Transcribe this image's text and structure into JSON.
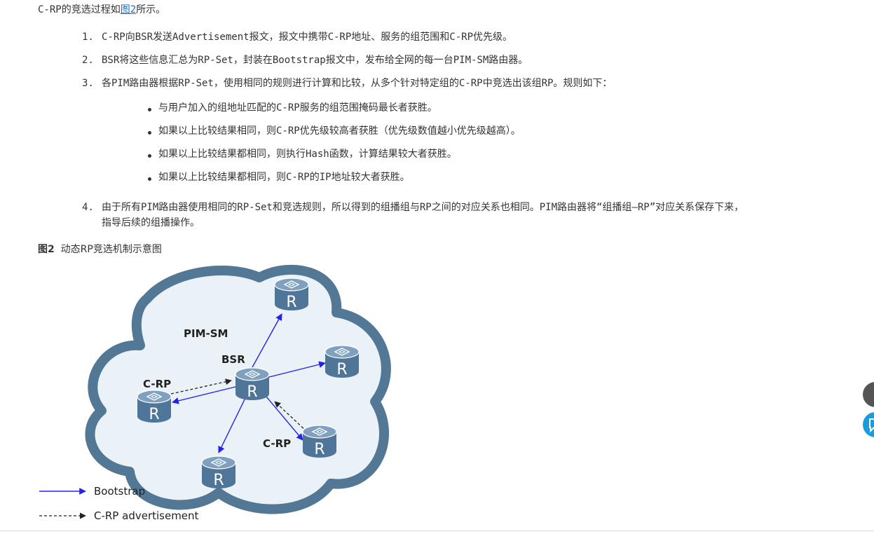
{
  "intro": {
    "before": "C-RP的竞选过程如",
    "link": "图2",
    "after": "所示。"
  },
  "steps": [
    {
      "num": "1.",
      "text": "C-RP向BSR发送Advertisement报文，报文中携带C-RP地址、服务的组范围和C-RP优先级。"
    },
    {
      "num": "2.",
      "text": "BSR将这些信息汇总为RP-Set，封装在Bootstrap报文中，发布给全网的每一台PIM-SM路由器。"
    },
    {
      "num": "3.",
      "text": "各PIM路由器根据RP-Set，使用相同的规则进行计算和比较，从多个针对特定组的C-RP中竞选出该组RP。规则如下："
    },
    {
      "num": "4.",
      "text": "由于所有PIM路由器使用相同的RP-Set和竞选规则，所以得到的组播组与RP之间的对应关系也相同。PIM路由器将“组播组—RP”对应关系保存下来，",
      "text2": "指导后续的组播操作。"
    }
  ],
  "rules": [
    "与用户加入的组地址匹配的C-RP服务的组范围掩码最长者获胜。",
    "如果以上比较结果相同，则C-RP优先级较高者获胜（优先级数值越小优先级越高）。",
    "如果以上比较结果都相同，则执行Hash函数，计算结果较大者获胜。",
    "如果以上比较结果都相同，则C-RP的IP地址较大者获胜。"
  ],
  "figure": {
    "number": "图2",
    "caption": "动态RP竞选机制示意图",
    "domain_label": "PIM-SM",
    "bsr_label": "BSR",
    "crp_label_left": "C-RP",
    "crp_label_right": "C-RP",
    "router_letter": "R",
    "legend_bootstrap": "Bootstrap",
    "legend_crp": "C-RP advertisement",
    "colors": {
      "cloud_border": "#527896",
      "cloud_fill": "#eaf2f8",
      "router_body": "#4f7598",
      "bootstrap_arrow": "#2222ee",
      "crp_arrow": "#222222"
    }
  },
  "side_buttons": [
    {
      "icon": "help-icon",
      "color": "#555555"
    },
    {
      "icon": "feedback-icon",
      "color": "#1a9bdc"
    }
  ]
}
